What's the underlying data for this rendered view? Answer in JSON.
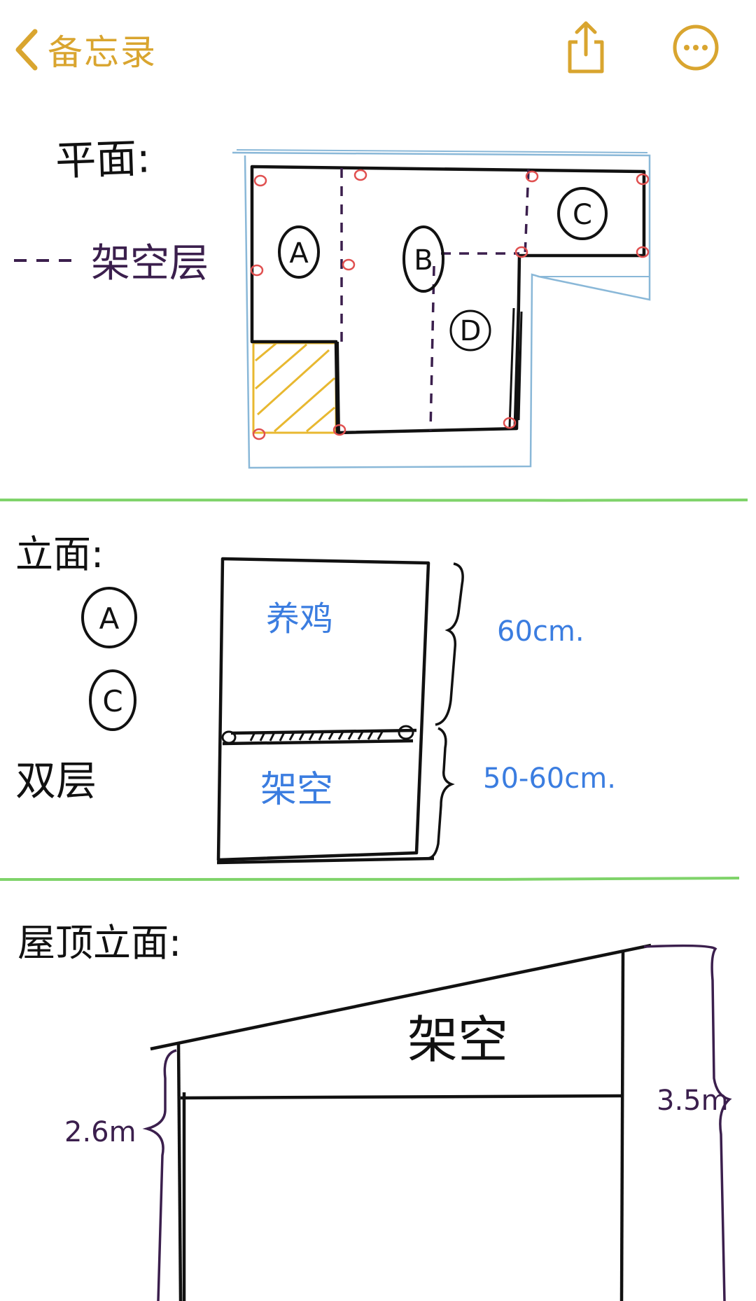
{
  "nav": {
    "back_label": "备忘录",
    "back_icon": "chevron-left-icon",
    "share_icon": "share-icon",
    "more_icon": "ellipsis-circle-icon",
    "accent_color": "#d9a52f"
  },
  "sketch": {
    "plan": {
      "title": "平面:",
      "legend_label": "架空层",
      "rooms": [
        "A",
        "B",
        "C",
        "D"
      ]
    },
    "elevation": {
      "title": "立面:",
      "markers": [
        "A",
        "C"
      ],
      "double_layer": "双层",
      "top_label": "养鸡",
      "bottom_label": "架空",
      "top_height": "60cm.",
      "bottom_height": "50-60cm."
    },
    "roof": {
      "title": "屋顶立面:",
      "label": "架空",
      "left_height": "2.6m",
      "right_height": "3.5m"
    },
    "colors": {
      "ink": "#111111",
      "purple": "#3b1f4d",
      "blue": "#3b7de0",
      "green": "#7fd36a",
      "red": "#e05050",
      "yellow": "#e8b830",
      "outline_blue": "#8ab8d8"
    }
  }
}
